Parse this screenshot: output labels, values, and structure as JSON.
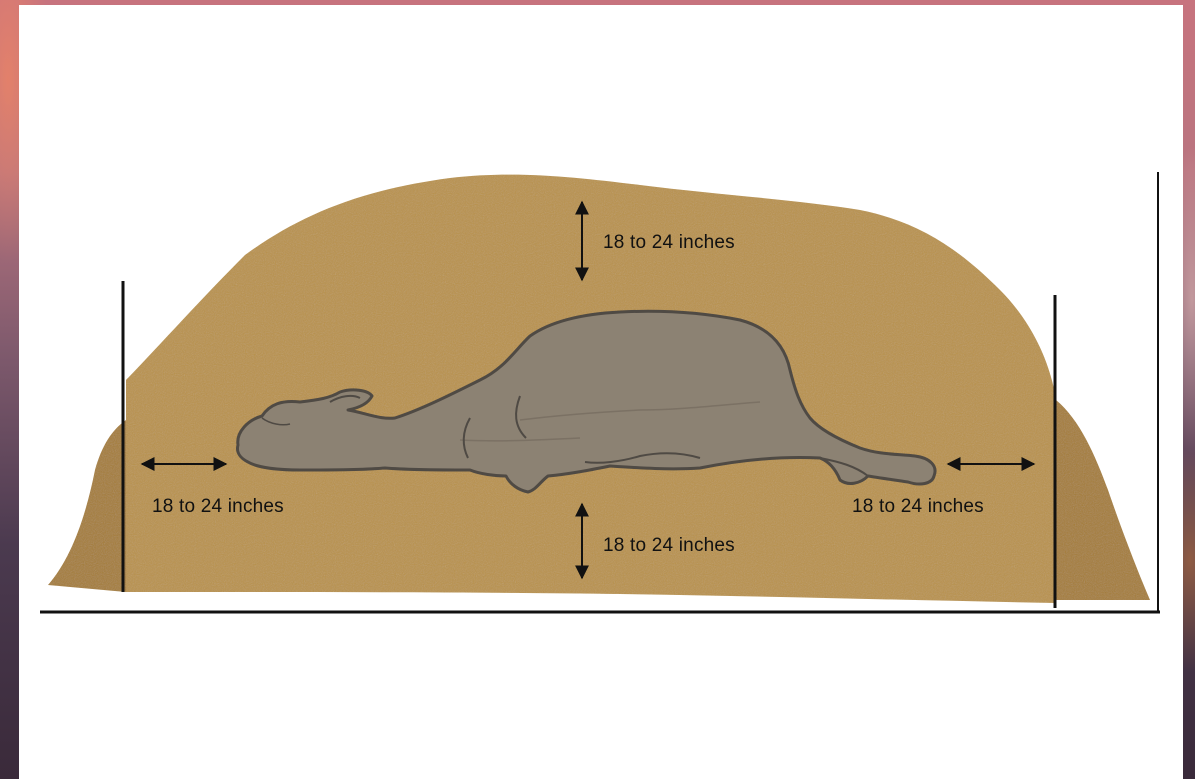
{
  "diagram": {
    "labels": {
      "top": "18 to 24 inches",
      "left": "18 to 24 inches",
      "right": "18 to 24 inches",
      "bottom": "18 to 24 inches"
    },
    "colors": {
      "mound": "#b99248",
      "mound_shadow": "#a07a35",
      "animal": "#8c8273",
      "animal_outline": "#4f4a44",
      "ground_line": "#111111",
      "card": "#ffffff"
    }
  }
}
